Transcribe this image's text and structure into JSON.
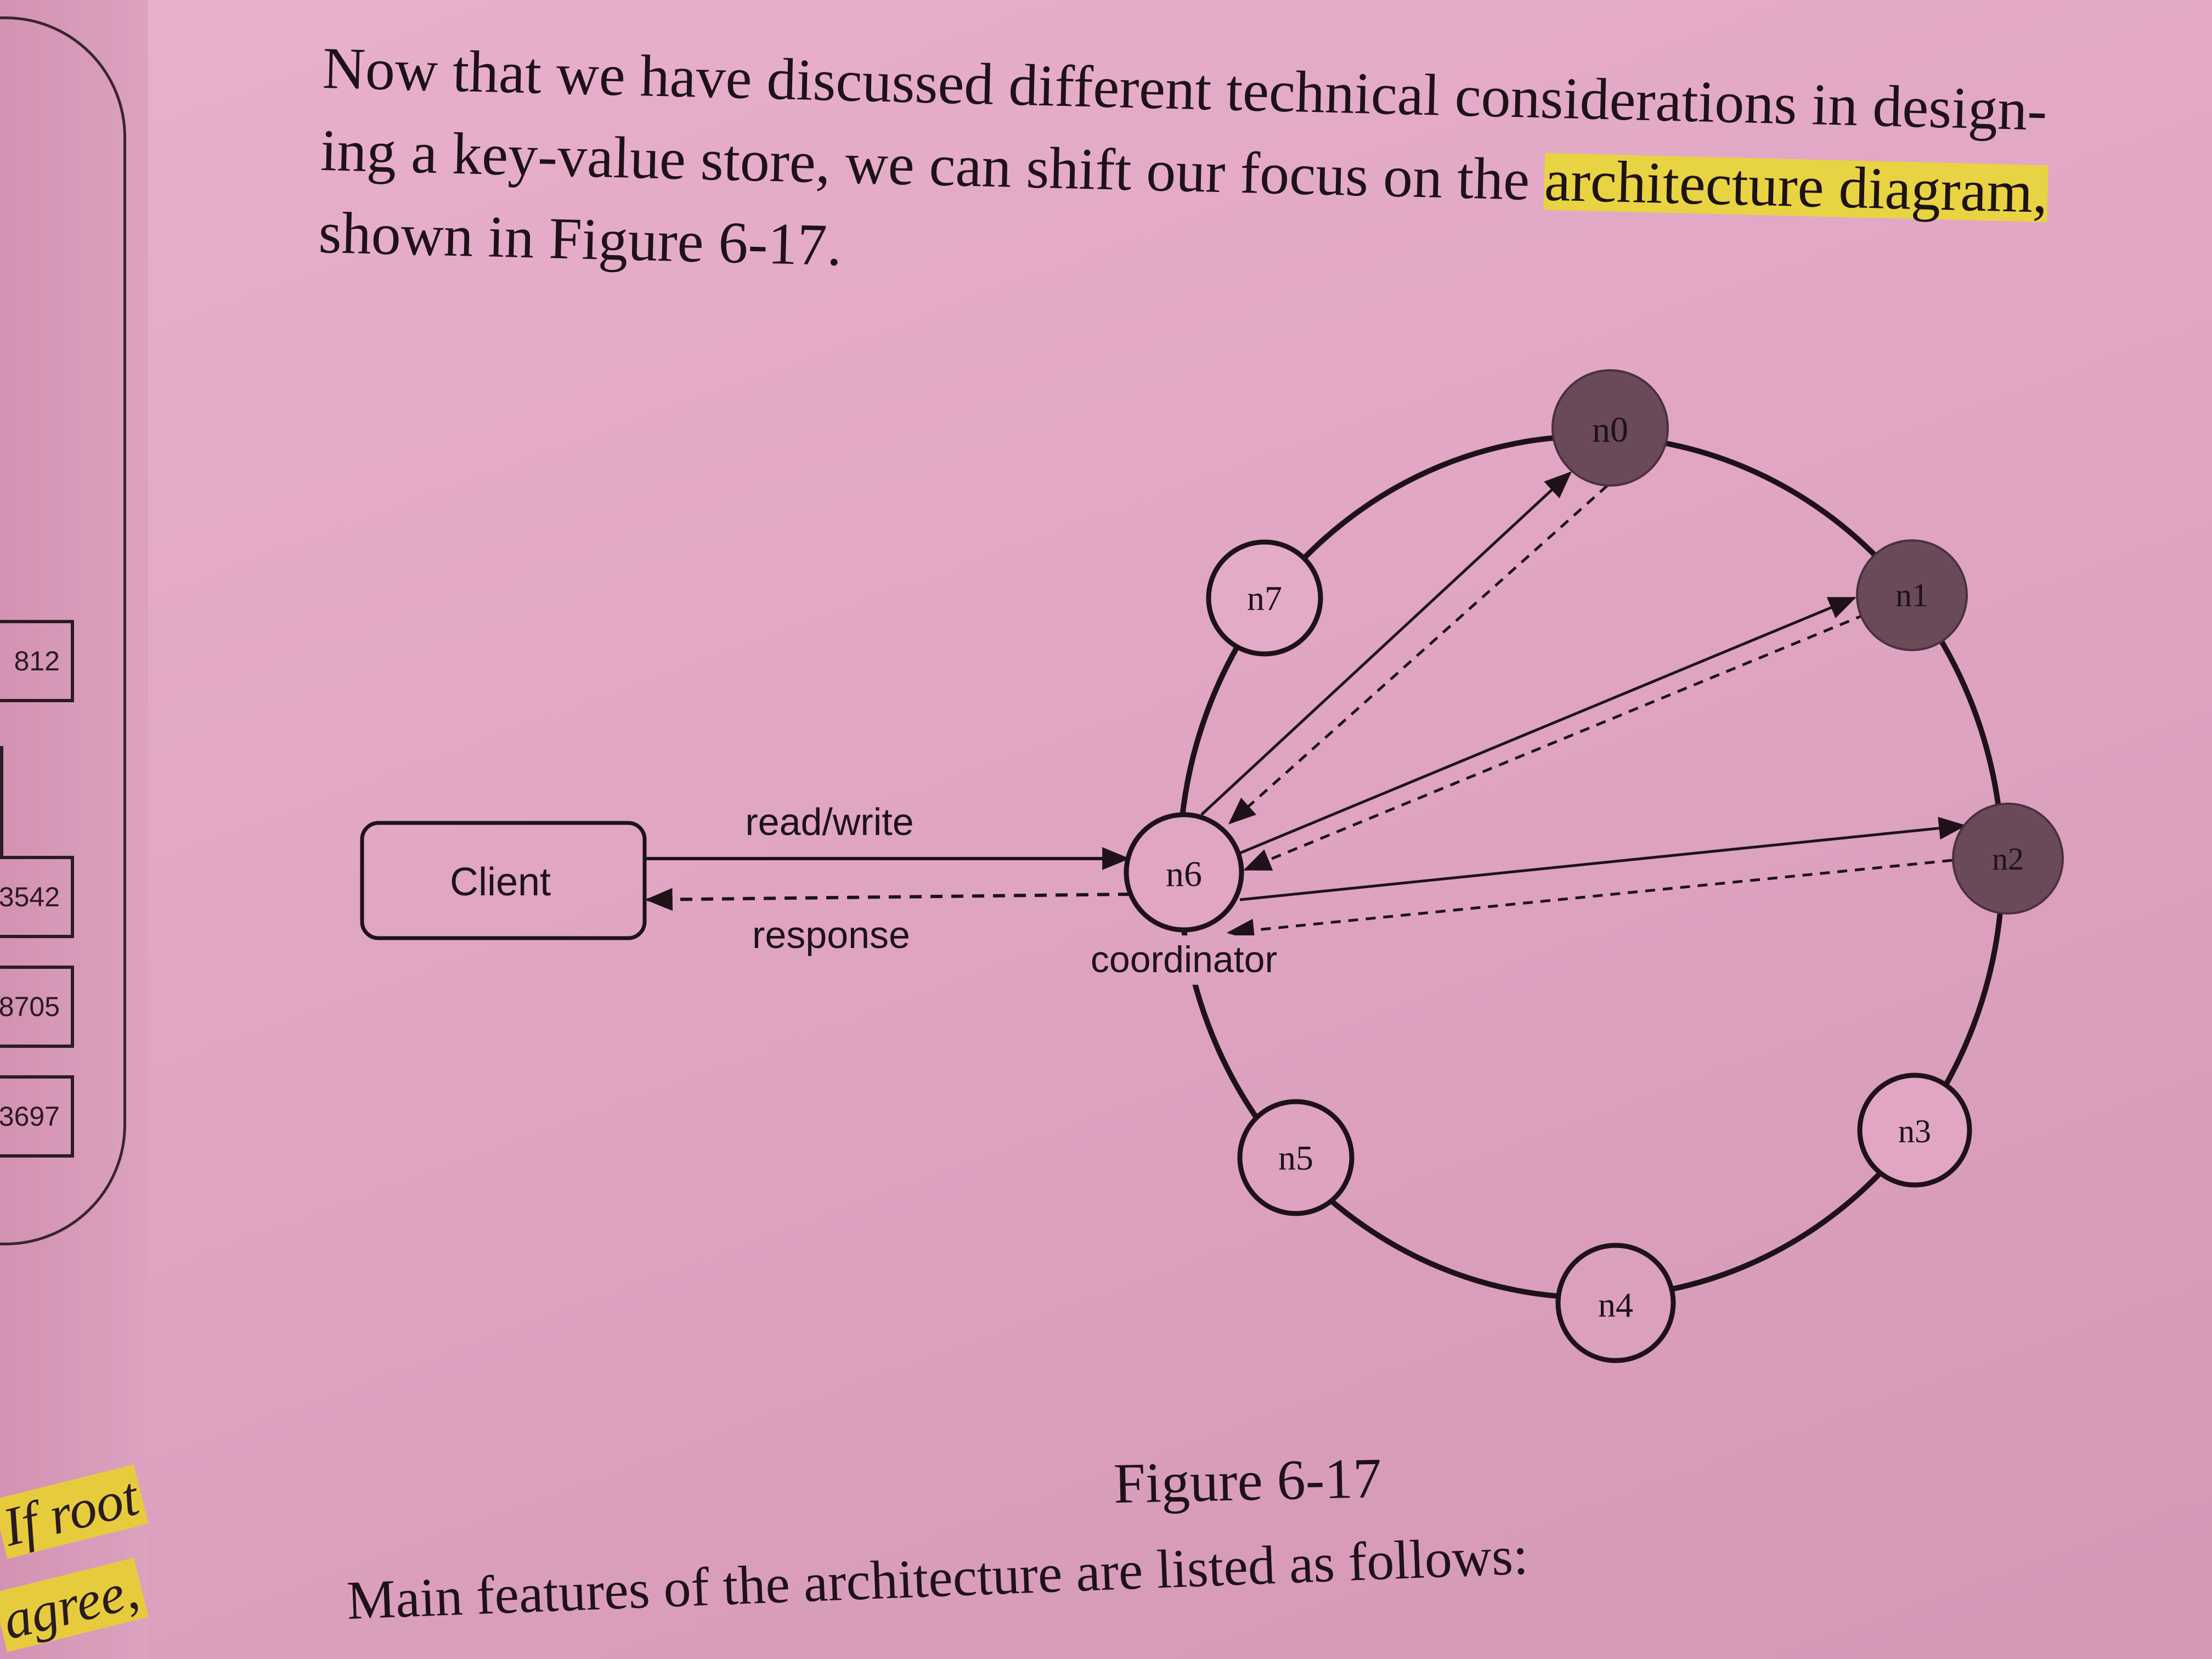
{
  "paragraph": {
    "line1": "Now that we have discussed different technical considerations in design-",
    "line2_start": "ing a key-value store, we can shift our focus on the ",
    "line2_highlight": "architecture diagram,",
    "line3": "shown in Figure 6-17."
  },
  "diagram": {
    "client_label": "Client",
    "request_label": "read/write",
    "response_label": "response",
    "coordinator_node": "n6",
    "coordinator_label": "coordinator",
    "nodes": {
      "n0": "n0",
      "n1": "n1",
      "n2": "n2",
      "n3": "n3",
      "n4": "n4",
      "n5": "n5",
      "n7": "n7"
    },
    "colors": {
      "replica_node": "#6a4a58",
      "line": "#1e1218"
    }
  },
  "caption": "Figure 6-17",
  "bottom_text": "Main features of the architecture are listed as follows:",
  "previous_page": {
    "box_values": [
      "812",
      "3542",
      "8705",
      "3697"
    ],
    "margin_text_1": "If root",
    "margin_text_2": "agree,"
  }
}
